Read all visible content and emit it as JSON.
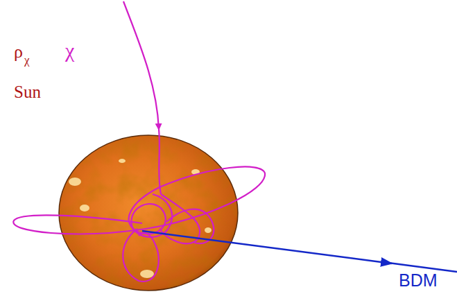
{
  "diagram": {
    "labels": [
      "ρ",
      "χ",
      "χ",
      "Sun",
      "BDM"
    ]
  }
}
